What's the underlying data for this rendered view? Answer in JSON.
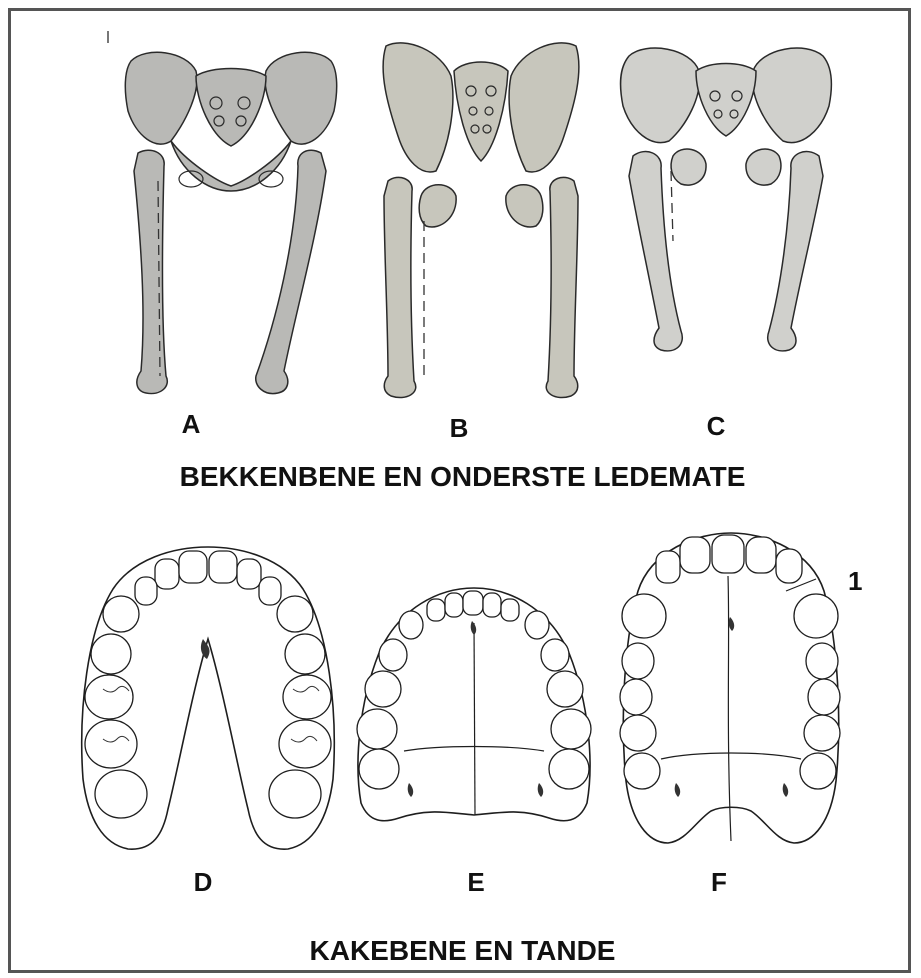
{
  "section_top": {
    "heading": "BEKKENBENE EN ONDERSTE LEDEMATE",
    "labels": [
      "A",
      "B",
      "C"
    ]
  },
  "section_bottom": {
    "heading": "KAKEBENE EN TANDE",
    "labels": [
      "D",
      "E",
      "F"
    ],
    "callout": "1"
  },
  "colors": {
    "bone_fill_a": "#b9b9b6",
    "bone_fill_b": "#c7c6bc",
    "bone_fill_c": "#d0d0cc",
    "outline": "#2a2a2a",
    "frame": "#555555"
  }
}
